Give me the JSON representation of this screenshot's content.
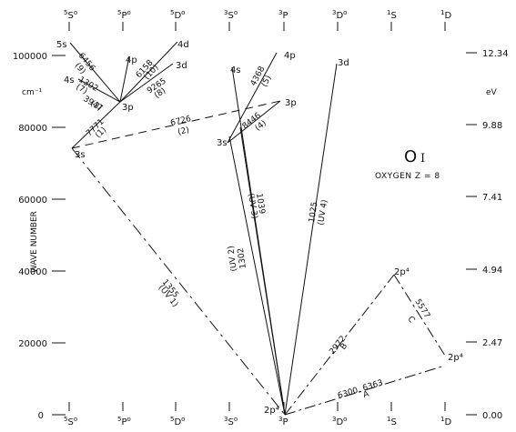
{
  "title": {
    "symbol": "O",
    "numeral": "I",
    "subtitle": "OXYGEN  Z = 8"
  },
  "axes": {
    "left_unit": "cm⁻¹",
    "left_label": "WAVE NUMBER",
    "right_unit": "eV",
    "left_ticks": [
      "100000",
      "80000",
      "60000",
      "40000",
      "20000",
      "0"
    ],
    "right_ticks": [
      "12.34",
      "9.88",
      "7.41",
      "4.94",
      "2.47",
      "0.00"
    ]
  },
  "columns": [
    {
      "id": "5S",
      "sup": "5",
      "letter": "S",
      "deg": "o"
    },
    {
      "id": "5P",
      "sup": "5",
      "letter": "P",
      "deg": "o"
    },
    {
      "id": "5D",
      "sup": "5",
      "letter": "D",
      "deg": "o"
    },
    {
      "id": "3S",
      "sup": "3",
      "letter": "S",
      "deg": "o"
    },
    {
      "id": "3P",
      "sup": "3",
      "letter": "P",
      "deg": ""
    },
    {
      "id": "3D",
      "sup": "3",
      "letter": "D",
      "deg": "o"
    },
    {
      "id": "1S",
      "sup": "1",
      "letter": "S",
      "deg": ""
    },
    {
      "id": "1D",
      "sup": "1",
      "letter": "D",
      "deg": ""
    }
  ],
  "levels": [
    {
      "id": "5s",
      "text": "5s"
    },
    {
      "id": "4s5",
      "text": "4s"
    },
    {
      "id": "3s5",
      "text": "3s"
    },
    {
      "id": "4p5",
      "text": "4p"
    },
    {
      "id": "3p5",
      "text": "3p"
    },
    {
      "id": "4d5",
      "text": "4d"
    },
    {
      "id": "3d5",
      "text": "3d"
    },
    {
      "id": "4s3",
      "text": "4s"
    },
    {
      "id": "3s3",
      "text": "3s"
    },
    {
      "id": "4p3",
      "text": "4p"
    },
    {
      "id": "3p3",
      "text": "3p"
    },
    {
      "id": "3d3",
      "text": "3d"
    },
    {
      "id": "gnd",
      "text": "2p⁴"
    },
    {
      "id": "s1",
      "text": "2p⁴"
    },
    {
      "id": "d1",
      "text": "2p⁴"
    }
  ],
  "transitions": [
    {
      "wavelength": "6456",
      "mult": "(9)"
    },
    {
      "wavelength": "1302",
      "mult": "(7)"
    },
    {
      "wavelength": "3947",
      "mult": "(3)"
    },
    {
      "wavelength": "7771",
      "mult": "(1)"
    },
    {
      "wavelength": "6158",
      "mult": "(10)"
    },
    {
      "wavelength": "9265",
      "mult": "(8)"
    },
    {
      "wavelength": "6726",
      "mult": "(2)"
    },
    {
      "wavelength": "4368",
      "mult": "(5)"
    },
    {
      "wavelength": "8446",
      "mult": "(4)"
    },
    {
      "wavelength": "1355",
      "mult": "(UV 1)"
    },
    {
      "wavelength": "1302",
      "mult": "(UV 2)"
    },
    {
      "wavelength": "1039",
      "mult": "(UV 3)"
    },
    {
      "wavelength": "1025",
      "mult": "(UV 4)"
    },
    {
      "wavelength": "2972",
      "mult": "B"
    },
    {
      "wavelength": "5577",
      "mult": "C"
    },
    {
      "wavelength": "6300, 6363",
      "mult": "A"
    }
  ]
}
